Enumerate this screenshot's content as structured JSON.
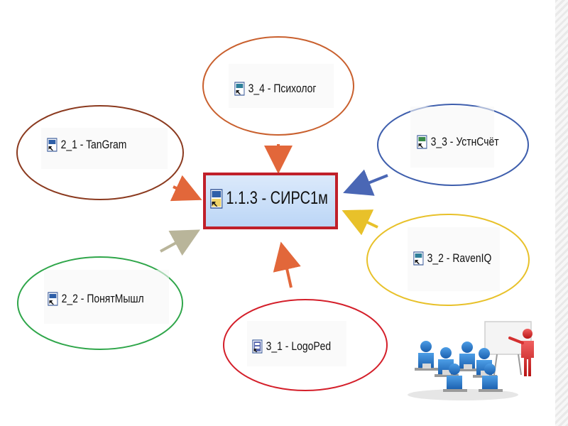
{
  "diagram": {
    "center": {
      "label": "1.1.3 - СИРС1м",
      "icon": "shortcut-icon"
    },
    "nodes": [
      {
        "id": "psycholog",
        "label": "3_4 - Психолог",
        "color": "#c9602e",
        "icon": "shortcut-icon"
      },
      {
        "id": "tangram",
        "label": "2_1 - TanGram",
        "color": "#8b3a1f",
        "icon": "shortcut-icon"
      },
      {
        "id": "ustnschet",
        "label": "3_3 - УстнСчёт",
        "color": "#3f5fad",
        "icon": "shortcut-icon"
      },
      {
        "id": "raveniq",
        "label": "3_2 - RavenIQ",
        "color": "#e8c12a",
        "icon": "shortcut-icon"
      },
      {
        "id": "ponyatmysh",
        "label": "2_2 - ПонятМышл",
        "color": "#2fa64a",
        "icon": "shortcut-icon"
      },
      {
        "id": "logoped",
        "label": "3_1 - LogoPed",
        "color": "#d41f2a",
        "icon": "shortcut-icon"
      }
    ],
    "arrow_colors": {
      "psycholog": "#e2673a",
      "tangram": "#e2673a",
      "ustnschet": "#4a67b5",
      "raveniq": "#e8c12a",
      "ponyatmysh": "#b9b59a",
      "logoped": "#e2673a"
    },
    "illustration": "presentation-people-icon"
  }
}
